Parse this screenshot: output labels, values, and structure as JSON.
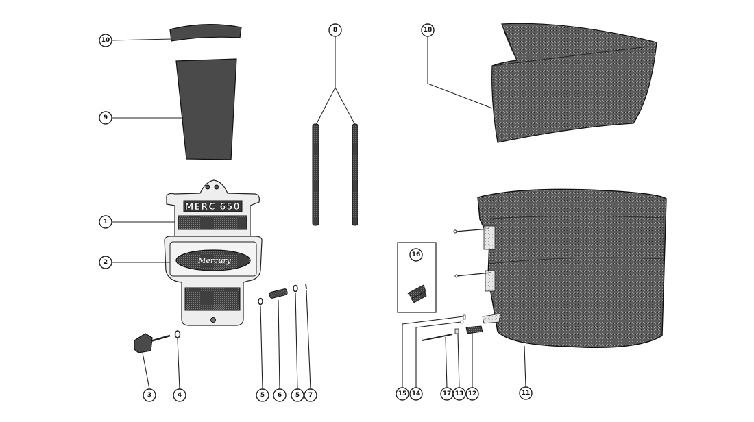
{
  "diagram": {
    "parts": {
      "p1": {
        "number": "1"
      },
      "p2": {
        "number": "2"
      },
      "p3": {
        "number": "3"
      },
      "p4": {
        "number": "4"
      },
      "p5a": {
        "number": "5"
      },
      "p6": {
        "number": "6"
      },
      "p5b": {
        "number": "5"
      },
      "p7": {
        "number": "7"
      },
      "p8": {
        "number": "8"
      },
      "p9": {
        "number": "9"
      },
      "p10": {
        "number": "10"
      },
      "p11": {
        "number": "11"
      },
      "p12": {
        "number": "12"
      },
      "p13": {
        "number": "13"
      },
      "p14": {
        "number": "14"
      },
      "p15": {
        "number": "15"
      },
      "p16": {
        "number": "16"
      },
      "p17": {
        "number": "17"
      },
      "p18": {
        "number": "18"
      }
    },
    "name_plate_text": "MERC 650",
    "emblem_script": "Mercury"
  }
}
